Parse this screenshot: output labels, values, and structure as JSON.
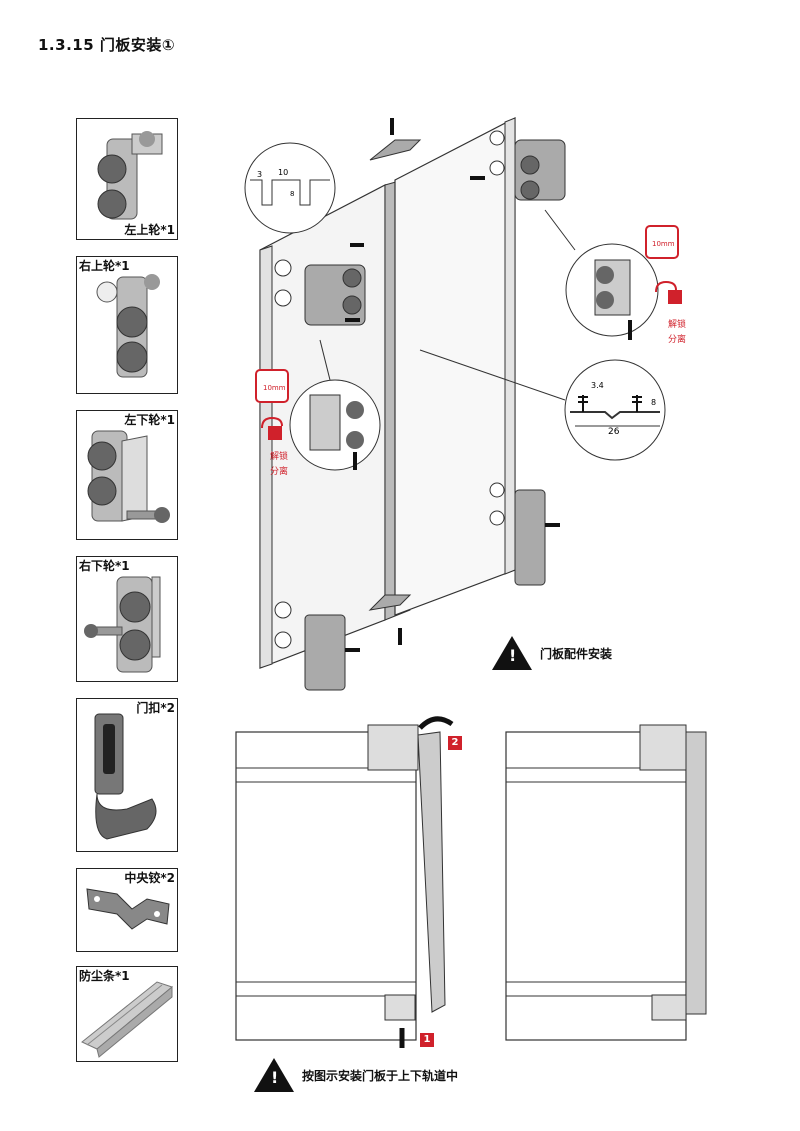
{
  "section": {
    "title": "1.3.15 门板安装①"
  },
  "parts": [
    {
      "label": "左上轮*1",
      "icon": "top-left-wheel-icon"
    },
    {
      "label": "右上轮*1",
      "icon": "top-right-wheel-icon"
    },
    {
      "label": "左下轮*1",
      "icon": "bottom-left-wheel-icon"
    },
    {
      "label": "右下轮*1",
      "icon": "bottom-right-wheel-icon"
    },
    {
      "label": "门扣*2",
      "icon": "door-latch-icon"
    },
    {
      "label": "中央铰*2",
      "icon": "center-hinge-icon"
    },
    {
      "label": "防尘条*1",
      "icon": "dust-strip-icon"
    }
  ],
  "diagram": {
    "slot_dims": {
      "a": "3",
      "b": "10",
      "c": "8"
    },
    "strip_dims": {
      "a": "3.4",
      "b": "26",
      "c": "8"
    },
    "tool_left": {
      "size": "10mm",
      "unlock": "解锁",
      "separate": "分离"
    },
    "tool_right": {
      "size": "10mm",
      "unlock": "解锁",
      "separate": "分离"
    },
    "warning_accessories": "门板配件安装",
    "warning_install": "按图示安装门板于上下轨道中",
    "step1": "1",
    "step2": "2"
  },
  "colors": {
    "accent": "#d0212b",
    "ink": "#111111",
    "panel": "#f4f4f4"
  }
}
